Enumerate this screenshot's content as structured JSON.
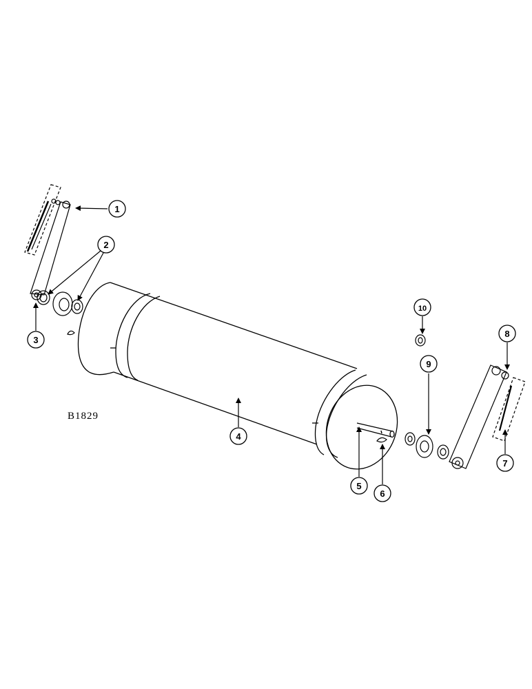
{
  "figure_code": "B1829",
  "callouts": {
    "c1": "1",
    "c2": "2",
    "c3": "3",
    "c4": "4",
    "c5": "5",
    "c6": "6",
    "c7": "7",
    "c8": "8",
    "c9": "9",
    "c10": "10"
  }
}
